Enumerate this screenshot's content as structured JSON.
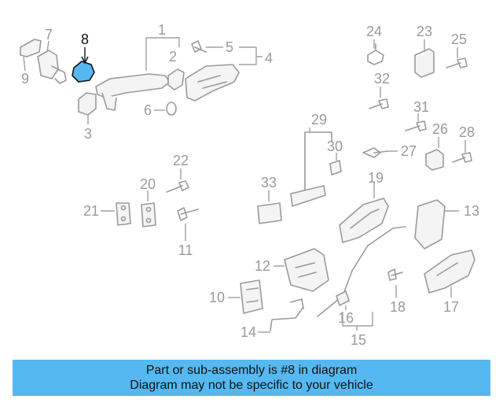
{
  "callouts": [
    "1",
    "2",
    "3",
    "4",
    "5",
    "6",
    "7",
    "8",
    "9",
    "10",
    "11",
    "12",
    "13",
    "14",
    "15",
    "16",
    "17",
    "18",
    "19",
    "20",
    "21",
    "22",
    "23",
    "24",
    "25",
    "26",
    "27",
    "28",
    "29",
    "30",
    "31",
    "32",
    "33"
  ],
  "highlighted_part": "8",
  "highlight_color": "#56b8f0",
  "banner": {
    "line1": "Part or sub-assembly is #8 in diagram",
    "line2": "Diagram may not be specific to your vehicle"
  }
}
